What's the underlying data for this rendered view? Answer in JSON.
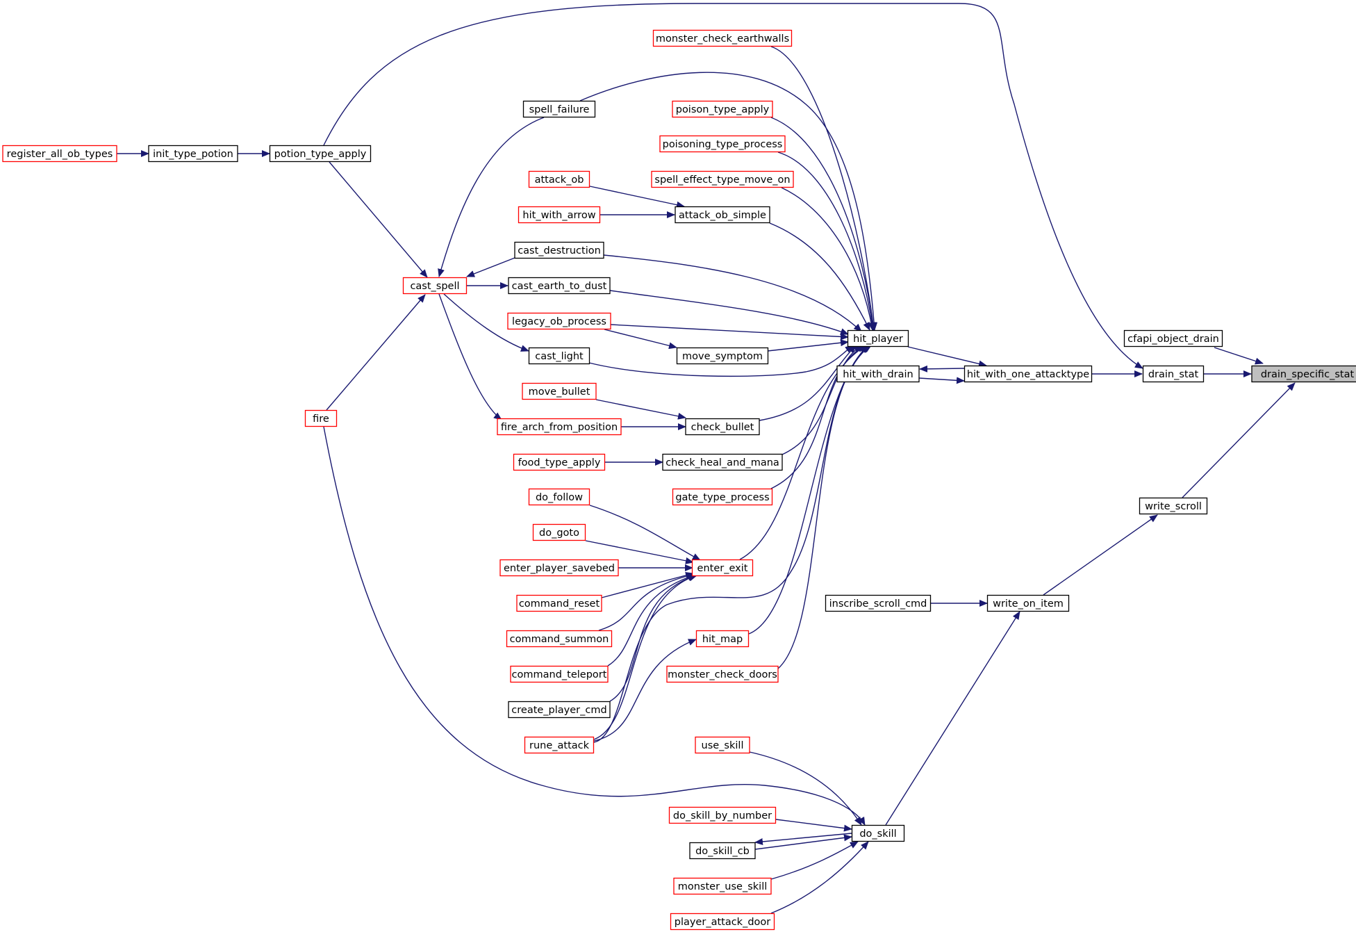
{
  "colors": {
    "edge": "#191970",
    "border_documented": "#000000",
    "border_undocumented": "#ff0000",
    "focus_fill": "#bfbfbf",
    "node_fill": "#ffffff"
  },
  "graph": {
    "nodes": [
      {
        "id": "drain_specific_stat",
        "label": "drain_specific_stat",
        "style": "focus"
      },
      {
        "id": "cfapi_object_drain",
        "label": "cfapi_object_drain",
        "style": "black"
      },
      {
        "id": "drain_stat",
        "label": "drain_stat",
        "style": "black"
      },
      {
        "id": "write_scroll",
        "label": "write_scroll",
        "style": "black"
      },
      {
        "id": "hit_with_one_attacktype",
        "label": "hit_with_one_attacktype",
        "style": "black"
      },
      {
        "id": "potion_type_apply",
        "label": "potion_type_apply",
        "style": "black"
      },
      {
        "id": "write_on_item",
        "label": "write_on_item",
        "style": "black"
      },
      {
        "id": "hit_player",
        "label": "hit_player",
        "style": "black"
      },
      {
        "id": "hit_with_drain",
        "label": "hit_with_drain",
        "style": "black"
      },
      {
        "id": "inscribe_scroll_cmd",
        "label": "inscribe_scroll_cmd",
        "style": "black"
      },
      {
        "id": "do_skill",
        "label": "do_skill",
        "style": "black"
      },
      {
        "id": "init_type_potion",
        "label": "init_type_potion",
        "style": "black"
      },
      {
        "id": "register_all_ob_types",
        "label": "register_all_ob_types",
        "style": "red"
      },
      {
        "id": "monster_check_earthwalls",
        "label": "monster_check_earthwalls",
        "style": "red"
      },
      {
        "id": "spell_failure",
        "label": "spell_failure",
        "style": "black"
      },
      {
        "id": "poison_type_apply",
        "label": "poison_type_apply",
        "style": "red"
      },
      {
        "id": "poisoning_type_process",
        "label": "poisoning_type_process",
        "style": "red"
      },
      {
        "id": "spell_effect_type_move_on",
        "label": "spell_effect_type_move_on",
        "style": "red"
      },
      {
        "id": "attack_ob",
        "label": "attack_ob",
        "style": "red"
      },
      {
        "id": "attack_ob_simple",
        "label": "attack_ob_simple",
        "style": "black"
      },
      {
        "id": "hit_with_arrow",
        "label": "hit_with_arrow",
        "style": "red"
      },
      {
        "id": "cast_destruction",
        "label": "cast_destruction",
        "style": "black"
      },
      {
        "id": "cast_spell",
        "label": "cast_spell",
        "style": "red"
      },
      {
        "id": "cast_earth_to_dust",
        "label": "cast_earth_to_dust",
        "style": "black"
      },
      {
        "id": "legacy_ob_process",
        "label": "legacy_ob_process",
        "style": "red"
      },
      {
        "id": "move_symptom",
        "label": "move_symptom",
        "style": "black"
      },
      {
        "id": "cast_light",
        "label": "cast_light",
        "style": "black"
      },
      {
        "id": "move_bullet",
        "label": "move_bullet",
        "style": "red"
      },
      {
        "id": "fire_arch_from_position",
        "label": "fire_arch_from_position",
        "style": "red"
      },
      {
        "id": "check_bullet",
        "label": "check_bullet",
        "style": "black"
      },
      {
        "id": "fire",
        "label": "fire",
        "style": "red"
      },
      {
        "id": "food_type_apply",
        "label": "food_type_apply",
        "style": "red"
      },
      {
        "id": "check_heal_and_mana",
        "label": "check_heal_and_mana",
        "style": "black"
      },
      {
        "id": "do_follow",
        "label": "do_follow",
        "style": "red"
      },
      {
        "id": "gate_type_process",
        "label": "gate_type_process",
        "style": "red"
      },
      {
        "id": "do_goto",
        "label": "do_goto",
        "style": "red"
      },
      {
        "id": "enter_player_savebed",
        "label": "enter_player_savebed",
        "style": "red"
      },
      {
        "id": "enter_exit",
        "label": "enter_exit",
        "style": "red"
      },
      {
        "id": "command_reset",
        "label": "command_reset",
        "style": "red"
      },
      {
        "id": "command_summon",
        "label": "command_summon",
        "style": "red"
      },
      {
        "id": "hit_map",
        "label": "hit_map",
        "style": "red"
      },
      {
        "id": "command_teleport",
        "label": "command_teleport",
        "style": "red"
      },
      {
        "id": "monster_check_doors",
        "label": "monster_check_doors",
        "style": "red"
      },
      {
        "id": "create_player_cmd",
        "label": "create_player_cmd",
        "style": "black"
      },
      {
        "id": "rune_attack",
        "label": "rune_attack",
        "style": "red"
      },
      {
        "id": "use_skill",
        "label": "use_skill",
        "style": "red"
      },
      {
        "id": "do_skill_by_number",
        "label": "do_skill_by_number",
        "style": "red"
      },
      {
        "id": "do_skill_cb",
        "label": "do_skill_cb",
        "style": "black"
      },
      {
        "id": "monster_use_skill",
        "label": "monster_use_skill",
        "style": "red"
      },
      {
        "id": "player_attack_door",
        "label": "player_attack_door",
        "style": "red"
      }
    ]
  }
}
